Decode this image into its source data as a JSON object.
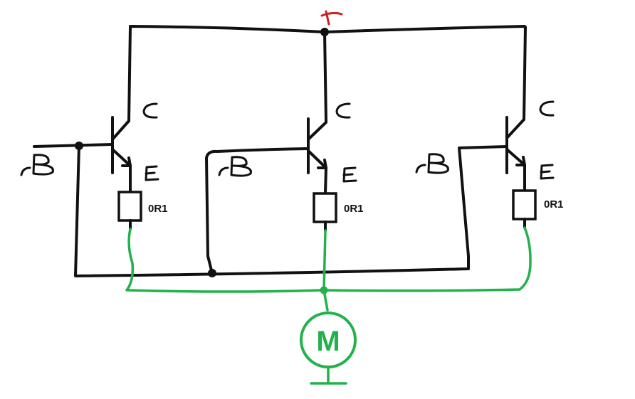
{
  "diagram": {
    "supply_label": "+",
    "resistors": [
      {
        "label": "0R1"
      },
      {
        "label": "0R1"
      },
      {
        "label": "0R1"
      }
    ],
    "transistors": [
      {
        "collector": "C",
        "emitter": "E",
        "base": "B"
      },
      {
        "collector": "C",
        "emitter": "E",
        "base": "B"
      },
      {
        "collector": "C",
        "emitter": "E",
        "base": "B"
      }
    ],
    "motor": {
      "label": "M"
    },
    "colors": {
      "wire": "#111111",
      "output_wire": "#22b14c",
      "supply": "#cc1f1f",
      "motor": "#22b14c"
    }
  }
}
